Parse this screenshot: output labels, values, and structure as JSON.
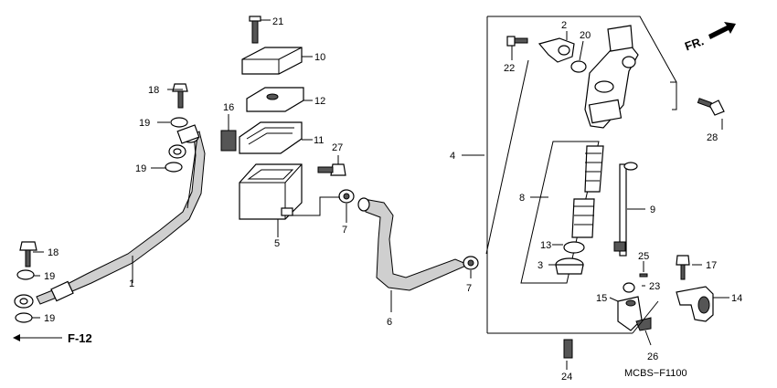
{
  "diagram": {
    "callouts": [
      {
        "id": "p1",
        "label": "1"
      },
      {
        "id": "p2",
        "label": "2"
      },
      {
        "id": "p3",
        "label": "3"
      },
      {
        "id": "p4",
        "label": "4"
      },
      {
        "id": "p5",
        "label": "5"
      },
      {
        "id": "p6",
        "label": "6"
      },
      {
        "id": "p7a",
        "label": "7"
      },
      {
        "id": "p7b",
        "label": "7"
      },
      {
        "id": "p8",
        "label": "8"
      },
      {
        "id": "p9",
        "label": "9"
      },
      {
        "id": "p10",
        "label": "10"
      },
      {
        "id": "p11",
        "label": "11"
      },
      {
        "id": "p12",
        "label": "12"
      },
      {
        "id": "p13",
        "label": "13"
      },
      {
        "id": "p14",
        "label": "14"
      },
      {
        "id": "p15",
        "label": "15"
      },
      {
        "id": "p16",
        "label": "16"
      },
      {
        "id": "p17",
        "label": "17"
      },
      {
        "id": "p18a",
        "label": "18"
      },
      {
        "id": "p18b",
        "label": "18"
      },
      {
        "id": "p19a",
        "label": "19"
      },
      {
        "id": "p19b",
        "label": "19"
      },
      {
        "id": "p19c",
        "label": "19"
      },
      {
        "id": "p19d",
        "label": "19"
      },
      {
        "id": "p20",
        "label": "20"
      },
      {
        "id": "p21",
        "label": "21"
      },
      {
        "id": "p22",
        "label": "22"
      },
      {
        "id": "p23",
        "label": "23"
      },
      {
        "id": "p24",
        "label": "24"
      },
      {
        "id": "p25",
        "label": "25"
      },
      {
        "id": "p26",
        "label": "26"
      },
      {
        "id": "p27",
        "label": "27"
      },
      {
        "id": "p28",
        "label": "28"
      }
    ],
    "ref_label": "F-12",
    "front_label": "FR.",
    "drawing_code": "MCBS−F1100"
  }
}
